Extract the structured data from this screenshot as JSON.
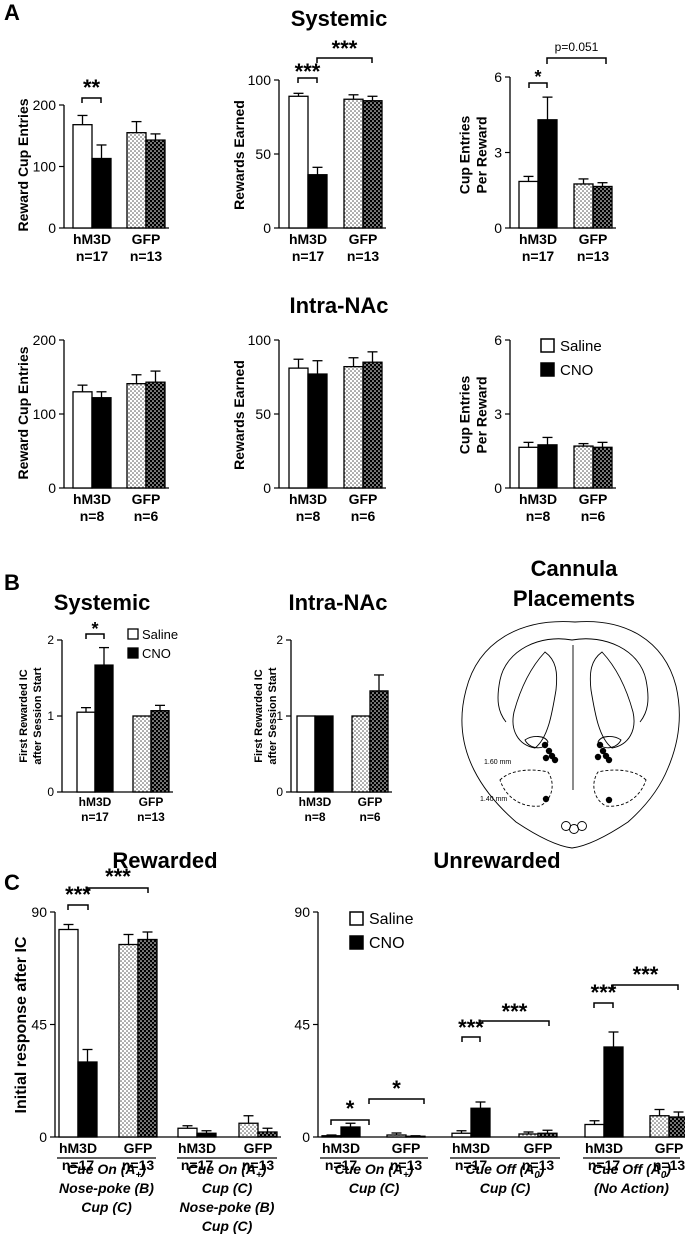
{
  "panel_labels": {
    "a": "A",
    "b": "B",
    "c": "C"
  },
  "section_titles": {
    "a_systemic": "Systemic",
    "a_intra": "Intra-NAc",
    "b_systemic": "Systemic",
    "b_intra": "Intra-NAc",
    "b_cannula_line1": "Cannula",
    "b_cannula_line2": "Placements",
    "c_rewarded": "Rewarded",
    "c_unrewarded": "Unrewarded"
  },
  "legend": {
    "saline": "Saline",
    "cno": "CNO"
  },
  "colors": {
    "saline": "#ffffff",
    "cno": "#000000",
    "gfp_saline": "dots-light",
    "gfp_cno": "dots-dark",
    "axis": "#000000"
  },
  "cannula": {
    "label_upper": "1.60 mm",
    "label_lower": "1.40 mm"
  },
  "chart_data": [
    {
      "id": "A1",
      "type": "bar",
      "panel": "A",
      "row": "Systemic",
      "ylabel": "Reward Cup Entries",
      "ylim": [
        0,
        200
      ],
      "yticks": [
        "0",
        "100",
        "200"
      ],
      "groups": [
        {
          "name": "hM3D",
          "n": "n=17"
        },
        {
          "name": "GFP",
          "n": "n=13"
        }
      ],
      "series": [
        {
          "name": "Saline",
          "values": [
            168,
            155
          ],
          "errors": [
            15,
            18
          ]
        },
        {
          "name": "CNO",
          "values": [
            113,
            143
          ],
          "errors": [
            22,
            10
          ]
        }
      ],
      "sig": [
        {
          "text": "**"
        }
      ]
    },
    {
      "id": "A2",
      "type": "bar",
      "panel": "A",
      "row": "Systemic",
      "ylabel": "Rewards Earned",
      "ylim": [
        0,
        100
      ],
      "yticks": [
        "0",
        "50",
        "100"
      ],
      "groups": [
        {
          "name": "hM3D",
          "n": "n=17"
        },
        {
          "name": "GFP",
          "n": "n=13"
        }
      ],
      "series": [
        {
          "name": "Saline",
          "values": [
            89,
            87
          ],
          "errors": [
            2,
            3
          ]
        },
        {
          "name": "CNO",
          "values": [
            36,
            86
          ],
          "errors": [
            5,
            3
          ]
        }
      ],
      "sig": [
        {
          "text": "***"
        },
        {
          "text": "***"
        }
      ]
    },
    {
      "id": "A3",
      "type": "bar",
      "panel": "A",
      "row": "Systemic",
      "ylabel": "Cup Entries Per Reward",
      "ylim": [
        0,
        6
      ],
      "yticks": [
        "0",
        "3",
        "6"
      ],
      "groups": [
        {
          "name": "hM3D",
          "n": "n=17"
        },
        {
          "name": "GFP",
          "n": "n=13"
        }
      ],
      "series": [
        {
          "name": "Saline",
          "values": [
            1.85,
            1.75
          ],
          "errors": [
            0.2,
            0.2
          ]
        },
        {
          "name": "CNO",
          "values": [
            4.3,
            1.65
          ],
          "errors": [
            0.9,
            0.15
          ]
        }
      ],
      "sig": [
        {
          "text": "*"
        },
        {
          "text": "p=0.051"
        }
      ]
    },
    {
      "id": "A4",
      "type": "bar",
      "panel": "A",
      "row": "Intra-NAc",
      "ylabel": "Reward Cup Entries",
      "ylim": [
        0,
        200
      ],
      "yticks": [
        "0",
        "100",
        "200"
      ],
      "groups": [
        {
          "name": "hM3D",
          "n": "n=8"
        },
        {
          "name": "GFP",
          "n": "n=6"
        }
      ],
      "series": [
        {
          "name": "Saline",
          "values": [
            130,
            141
          ],
          "errors": [
            9,
            12
          ]
        },
        {
          "name": "CNO",
          "values": [
            122,
            143
          ],
          "errors": [
            8,
            15
          ]
        }
      ]
    },
    {
      "id": "A5",
      "type": "bar",
      "panel": "A",
      "row": "Intra-NAc",
      "ylabel": "Rewards  Earned",
      "ylim": [
        0,
        100
      ],
      "yticks": [
        "0",
        "50",
        "100"
      ],
      "groups": [
        {
          "name": "hM3D",
          "n": "n=8"
        },
        {
          "name": "GFP",
          "n": "n=6"
        }
      ],
      "series": [
        {
          "name": "Saline",
          "values": [
            81,
            82
          ],
          "errors": [
            6,
            6
          ]
        },
        {
          "name": "CNO",
          "values": [
            77,
            85
          ],
          "errors": [
            9,
            7
          ]
        }
      ]
    },
    {
      "id": "A6",
      "type": "bar",
      "panel": "A",
      "row": "Intra-NAc",
      "ylabel": "Cup Entries Per Reward",
      "ylim": [
        0,
        6
      ],
      "yticks": [
        "0",
        "3",
        "6"
      ],
      "groups": [
        {
          "name": "hM3D",
          "n": "n=8"
        },
        {
          "name": "GFP",
          "n": "n=6"
        }
      ],
      "series": [
        {
          "name": "Saline",
          "values": [
            1.65,
            1.7
          ],
          "errors": [
            0.2,
            0.1
          ]
        },
        {
          "name": "CNO",
          "values": [
            1.75,
            1.65
          ],
          "errors": [
            0.3,
            0.2
          ]
        }
      ]
    },
    {
      "id": "B1",
      "type": "bar",
      "panel": "B",
      "row": "Systemic",
      "ylabel": "First Rewarded IC after Session Start",
      "ylim": [
        0,
        2
      ],
      "yticks": [
        "0",
        "1",
        "2"
      ],
      "groups": [
        {
          "name": "hM3D",
          "n": "n=17"
        },
        {
          "name": "GFP",
          "n": "n=13"
        }
      ],
      "series": [
        {
          "name": "Saline",
          "values": [
            1.05,
            1.0
          ],
          "errors": [
            0.06,
            0.0
          ]
        },
        {
          "name": "CNO",
          "values": [
            1.67,
            1.07
          ],
          "errors": [
            0.23,
            0.07
          ]
        }
      ],
      "sig": [
        {
          "text": "*"
        }
      ]
    },
    {
      "id": "B2",
      "type": "bar",
      "panel": "B",
      "row": "Intra-NAc",
      "ylabel": "First Rewarded IC after Session Start",
      "ylim": [
        0,
        2
      ],
      "yticks": [
        "0",
        "1",
        "2"
      ],
      "groups": [
        {
          "name": "hM3D",
          "n": "n=8"
        },
        {
          "name": "GFP",
          "n": "n=6"
        }
      ],
      "series": [
        {
          "name": "Saline",
          "values": [
            1.0,
            1.0
          ],
          "errors": [
            0,
            0
          ]
        },
        {
          "name": "CNO",
          "values": [
            1.0,
            1.33
          ],
          "errors": [
            0,
            0.21
          ]
        }
      ]
    },
    {
      "id": "C1",
      "type": "bar",
      "panel": "C",
      "row": "Rewarded",
      "ylabel": "Initial response after  IC",
      "ylim": [
        0,
        90
      ],
      "yticks": [
        "0",
        "45",
        "90"
      ],
      "groups": [
        {
          "name": "hM3D",
          "n": "n=17"
        },
        {
          "name": "GFP",
          "n": "n=13"
        },
        {
          "name": "hM3D",
          "n": "n=17"
        },
        {
          "name": "GFP",
          "n": "n=13"
        }
      ],
      "series": [
        {
          "name": "Saline",
          "values": [
            83,
            77,
            3.5,
            5.5
          ],
          "errors": [
            2,
            4,
            1,
            3
          ]
        },
        {
          "name": "CNO",
          "values": [
            30,
            79,
            1.5,
            2.0
          ],
          "errors": [
            5,
            3,
            1,
            1.5
          ]
        }
      ],
      "conditions": [
        {
          "lines": [
            "Cue On (A+)",
            "Nose-poke (B)",
            "Cup (C)"
          ]
        },
        {
          "lines": [
            "Cue On (A+)",
            "Cup (C)",
            "Nose-poke (B)",
            "Cup (C)"
          ]
        }
      ],
      "sig": [
        {
          "text": "***"
        },
        {
          "text": "***"
        }
      ]
    },
    {
      "id": "C2",
      "type": "bar",
      "panel": "C",
      "row": "Unrewarded",
      "ylim": [
        0,
        90
      ],
      "yticks": [
        "0",
        "45",
        "90"
      ],
      "groups": [
        {
          "name": "hM3D",
          "n": "n=17"
        },
        {
          "name": "GFP",
          "n": "n=13"
        },
        {
          "name": "hM3D",
          "n": "n=17"
        },
        {
          "name": "GFP",
          "n": "n=13"
        },
        {
          "name": "hM3D",
          "n": "n=17"
        },
        {
          "name": "GFP",
          "n": "n=13"
        }
      ],
      "series": [
        {
          "name": "Saline",
          "values": [
            0.5,
            0.8,
            1.5,
            1.2,
            5,
            8.5
          ],
          "errors": [
            0.3,
            0.8,
            1,
            0.8,
            1.5,
            2.5
          ]
        },
        {
          "name": "CNO",
          "values": [
            4,
            0.3,
            11.5,
            1.5,
            36,
            8
          ],
          "errors": [
            1.5,
            0.2,
            2.5,
            1.2,
            6,
            2
          ]
        }
      ],
      "conditions": [
        {
          "lines": [
            "Cue On (A+)",
            "Cup (C)"
          ]
        },
        {
          "lines": [
            "Cue Off (A0)",
            "Cup (C)"
          ]
        },
        {
          "lines": [
            "Cue  Off (A0)",
            "(No Action)"
          ]
        }
      ],
      "sig": [
        {
          "text": "*"
        },
        {
          "text": "*"
        },
        {
          "text": "***"
        },
        {
          "text": "***"
        },
        {
          "text": "***"
        },
        {
          "text": "***"
        }
      ]
    }
  ]
}
